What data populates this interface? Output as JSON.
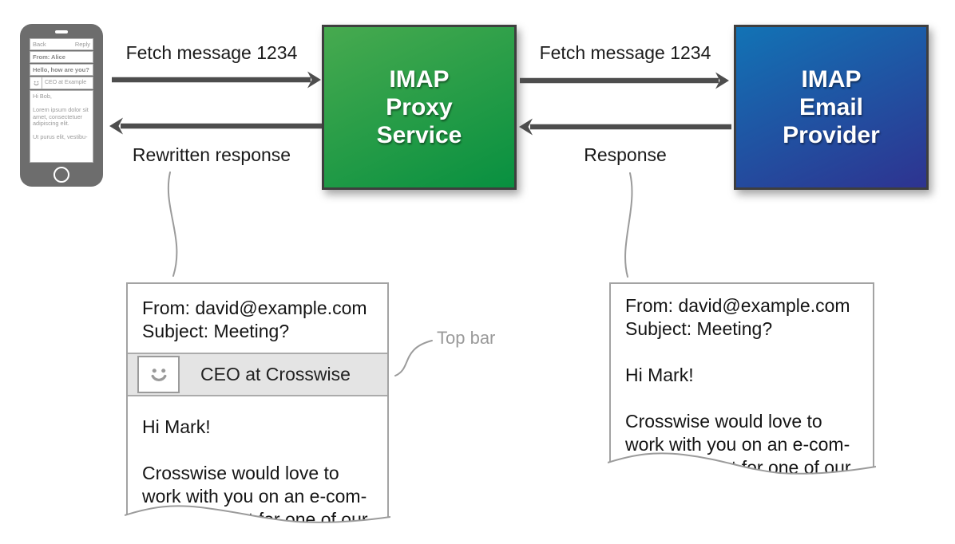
{
  "phone": {
    "nav": {
      "back": "Back",
      "reply": "Reply"
    },
    "from_line": "From: Alice",
    "subject_line": "Hello, how are you?",
    "banner_label": "CEO at Example",
    "body_lines": [
      "Hi Bob,",
      "Lorem ipsum dolor sit amet, consectetuer adipiscing elit.",
      "Ut purus elit, vestibu-"
    ]
  },
  "nodes": {
    "proxy": {
      "lines": [
        "IMAP",
        "Proxy",
        "Service"
      ],
      "color_top": "#47aa4f",
      "color_bottom": "#089040"
    },
    "provider": {
      "lines": [
        "IMAP",
        "Email",
        "Provider"
      ],
      "color_top": "#1273b5",
      "color_bottom": "#2e3390"
    }
  },
  "arrows": {
    "client_request": "Fetch message 1234",
    "upstream_request": "Fetch message 1234",
    "rewritten_response": "Rewritten response",
    "upstream_response": "Response",
    "color": "#4d4d4d"
  },
  "annotation": {
    "top_bar": "Top bar",
    "color": "#9a9a9a"
  },
  "emails": {
    "rewritten": {
      "from": "From: david@example.com",
      "subject": "Subject: Meeting?",
      "banner": "CEO at Crosswise",
      "greeting": "Hi Mark!",
      "body_line1": "Crosswise would love to",
      "body_line2": "work with you on an e-com-",
      "body_line3": "merce project for one of our"
    },
    "original": {
      "from": "From: david@example.com",
      "subject": "Subject: Meeting?",
      "greeting": "Hi Mark!",
      "body_line1": "Crosswise would love to",
      "body_line2": "work with you on an e-com-",
      "body_line3": "merce project for one of our"
    }
  }
}
